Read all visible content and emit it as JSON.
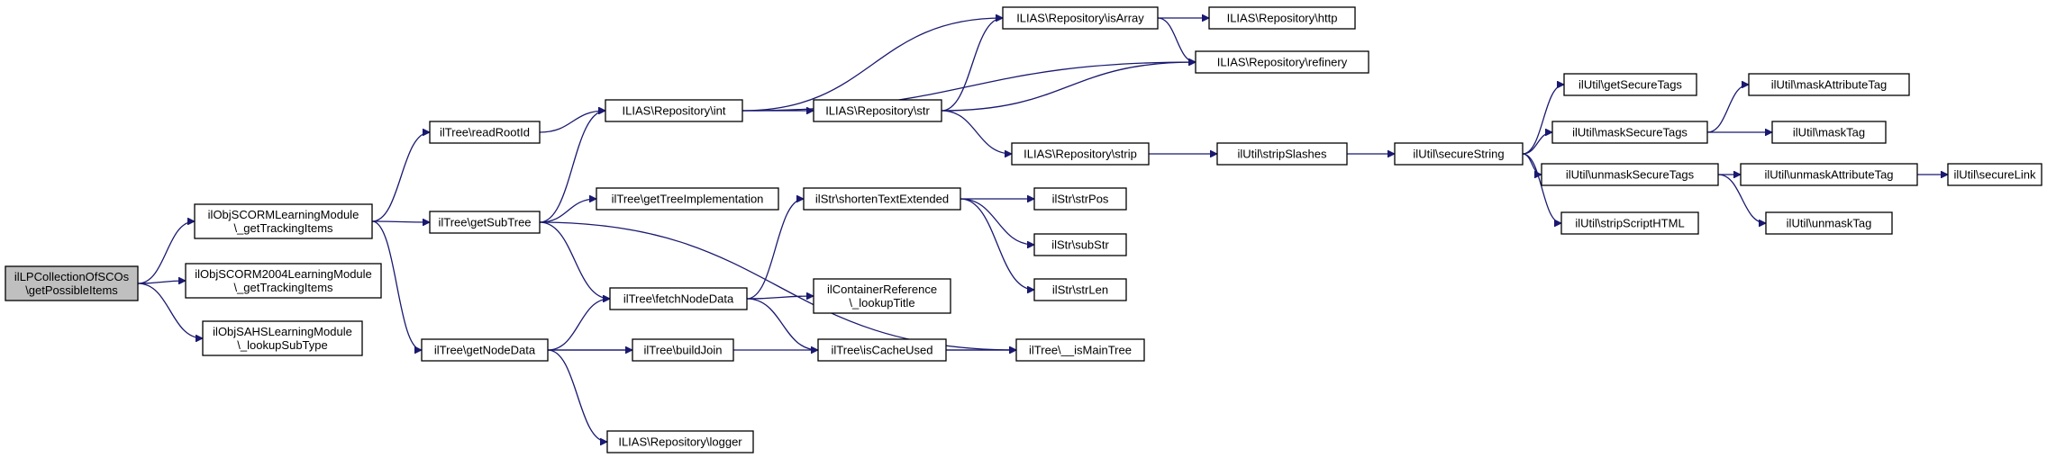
{
  "graph": {
    "nodes": [
      {
        "id": "root",
        "lines": [
          "ilLPCollectionOfSCOs",
          "\\getPossibleItems"
        ],
        "root": true
      },
      {
        "id": "scorm_get",
        "lines": [
          "ilObjSCORMLearningModule",
          "\\_getTrackingItems"
        ]
      },
      {
        "id": "scorm2004_get",
        "lines": [
          "ilObjSCORM2004LearningModule",
          "\\_getTrackingItems"
        ]
      },
      {
        "id": "sahs_lookup",
        "lines": [
          "ilObjSAHSLearningModule",
          "\\_lookupSubType"
        ]
      },
      {
        "id": "readRootId",
        "lines": [
          "ilTree\\readRootId"
        ]
      },
      {
        "id": "getSubTree",
        "lines": [
          "ilTree\\getSubTree"
        ]
      },
      {
        "id": "getNodeData",
        "lines": [
          "ilTree\\getNodeData"
        ]
      },
      {
        "id": "repo_int",
        "lines": [
          "ILIAS\\Repository\\int"
        ]
      },
      {
        "id": "getTreeImpl",
        "lines": [
          "ilTree\\getTreeImplementation"
        ]
      },
      {
        "id": "fetchNodeData",
        "lines": [
          "ilTree\\fetchNodeData"
        ]
      },
      {
        "id": "buildJoin",
        "lines": [
          "ilTree\\buildJoin"
        ]
      },
      {
        "id": "repo_logger",
        "lines": [
          "ILIAS\\Repository\\logger"
        ]
      },
      {
        "id": "repo_str",
        "lines": [
          "ILIAS\\Repository\\str"
        ]
      },
      {
        "id": "shortenText",
        "lines": [
          "ilStr\\shortenTextExtended"
        ]
      },
      {
        "id": "lookupTitle",
        "lines": [
          "ilContainerReference",
          "\\_lookupTitle"
        ]
      },
      {
        "id": "isCacheUsed",
        "lines": [
          "ilTree\\isCacheUsed"
        ]
      },
      {
        "id": "repo_isArray",
        "lines": [
          "ILIAS\\Repository\\isArray"
        ]
      },
      {
        "id": "repo_strip",
        "lines": [
          "ILIAS\\Repository\\strip"
        ]
      },
      {
        "id": "strPos",
        "lines": [
          "ilStr\\strPos"
        ]
      },
      {
        "id": "subStr",
        "lines": [
          "ilStr\\subStr"
        ]
      },
      {
        "id": "strLen",
        "lines": [
          "ilStr\\strLen"
        ]
      },
      {
        "id": "isMainTree",
        "lines": [
          "ilTree\\__isMainTree"
        ]
      },
      {
        "id": "repo_http",
        "lines": [
          "ILIAS\\Repository\\http"
        ]
      },
      {
        "id": "repo_refinery",
        "lines": [
          "ILIAS\\Repository\\refinery"
        ]
      },
      {
        "id": "stripSlashes",
        "lines": [
          "ilUtil\\stripSlashes"
        ]
      },
      {
        "id": "secureString",
        "lines": [
          "ilUtil\\secureString"
        ]
      },
      {
        "id": "getSecureTags",
        "lines": [
          "ilUtil\\getSecureTags"
        ]
      },
      {
        "id": "maskSecureTags",
        "lines": [
          "ilUtil\\maskSecureTags"
        ]
      },
      {
        "id": "unmaskSecureTags",
        "lines": [
          "ilUtil\\unmaskSecureTags"
        ]
      },
      {
        "id": "stripScriptHTML",
        "lines": [
          "ilUtil\\stripScriptHTML"
        ]
      },
      {
        "id": "maskAttributeTag",
        "lines": [
          "ilUtil\\maskAttributeTag"
        ]
      },
      {
        "id": "maskTag",
        "lines": [
          "ilUtil\\maskTag"
        ]
      },
      {
        "id": "unmaskAttributeTag",
        "lines": [
          "ilUtil\\unmaskAttributeTag"
        ]
      },
      {
        "id": "unmaskTag",
        "lines": [
          "ilUtil\\unmaskTag"
        ]
      },
      {
        "id": "secureLink",
        "lines": [
          "ilUtil\\secureLink"
        ]
      }
    ],
    "edges": [
      [
        "root",
        "scorm_get"
      ],
      [
        "root",
        "scorm2004_get"
      ],
      [
        "root",
        "sahs_lookup"
      ],
      [
        "scorm_get",
        "readRootId"
      ],
      [
        "scorm_get",
        "getSubTree"
      ],
      [
        "scorm_get",
        "getNodeData"
      ],
      [
        "readRootId",
        "repo_int"
      ],
      [
        "getSubTree",
        "repo_int"
      ],
      [
        "getSubTree",
        "getTreeImpl"
      ],
      [
        "getSubTree",
        "fetchNodeData"
      ],
      [
        "getSubTree",
        "isMainTree"
      ],
      [
        "getNodeData",
        "fetchNodeData"
      ],
      [
        "getNodeData",
        "buildJoin"
      ],
      [
        "getNodeData",
        "repo_logger"
      ],
      [
        "getNodeData",
        "isMainTree"
      ],
      [
        "repo_int",
        "repo_isArray"
      ],
      [
        "repo_int",
        "repo_str"
      ],
      [
        "repo_int",
        "repo_refinery"
      ],
      [
        "fetchNodeData",
        "shortenText"
      ],
      [
        "fetchNodeData",
        "lookupTitle"
      ],
      [
        "fetchNodeData",
        "isCacheUsed"
      ],
      [
        "repo_str",
        "repo_isArray"
      ],
      [
        "repo_str",
        "repo_refinery"
      ],
      [
        "repo_str",
        "repo_strip"
      ],
      [
        "shortenText",
        "strPos"
      ],
      [
        "shortenText",
        "subStr"
      ],
      [
        "shortenText",
        "strLen"
      ],
      [
        "isCacheUsed",
        "isMainTree"
      ],
      [
        "repo_isArray",
        "repo_http"
      ],
      [
        "repo_isArray",
        "repo_refinery"
      ],
      [
        "repo_strip",
        "stripSlashes"
      ],
      [
        "stripSlashes",
        "secureString"
      ],
      [
        "secureString",
        "getSecureTags"
      ],
      [
        "secureString",
        "maskSecureTags"
      ],
      [
        "secureString",
        "unmaskSecureTags"
      ],
      [
        "secureString",
        "stripScriptHTML"
      ],
      [
        "maskSecureTags",
        "maskAttributeTag"
      ],
      [
        "maskSecureTags",
        "maskTag"
      ],
      [
        "unmaskSecureTags",
        "unmaskAttributeTag"
      ],
      [
        "unmaskSecureTags",
        "unmaskTag"
      ],
      [
        "unmaskAttributeTag",
        "secureLink"
      ]
    ]
  }
}
